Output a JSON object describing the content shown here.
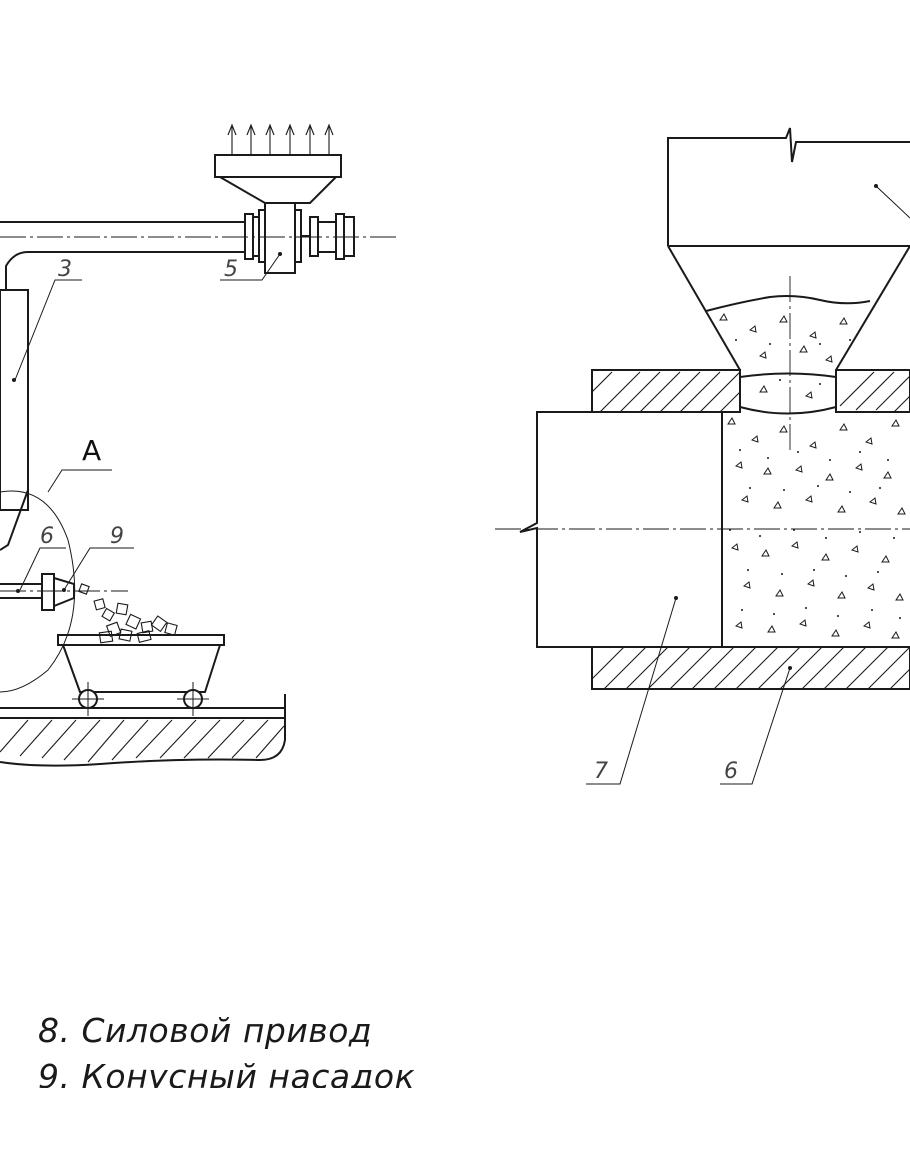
{
  "diagram": {
    "view_label": "A",
    "callouts": {
      "left_pipe": "3",
      "left_valve": "5",
      "left_nozzle_body": "6",
      "left_nozzle_tip": "9",
      "right_piston": "7",
      "right_wall": "6"
    },
    "legend": [
      "8. Силовой привод",
      "9. Конусный насадок"
    ],
    "colors": {
      "line": "#1a1a1a",
      "background": "#ffffff"
    }
  }
}
